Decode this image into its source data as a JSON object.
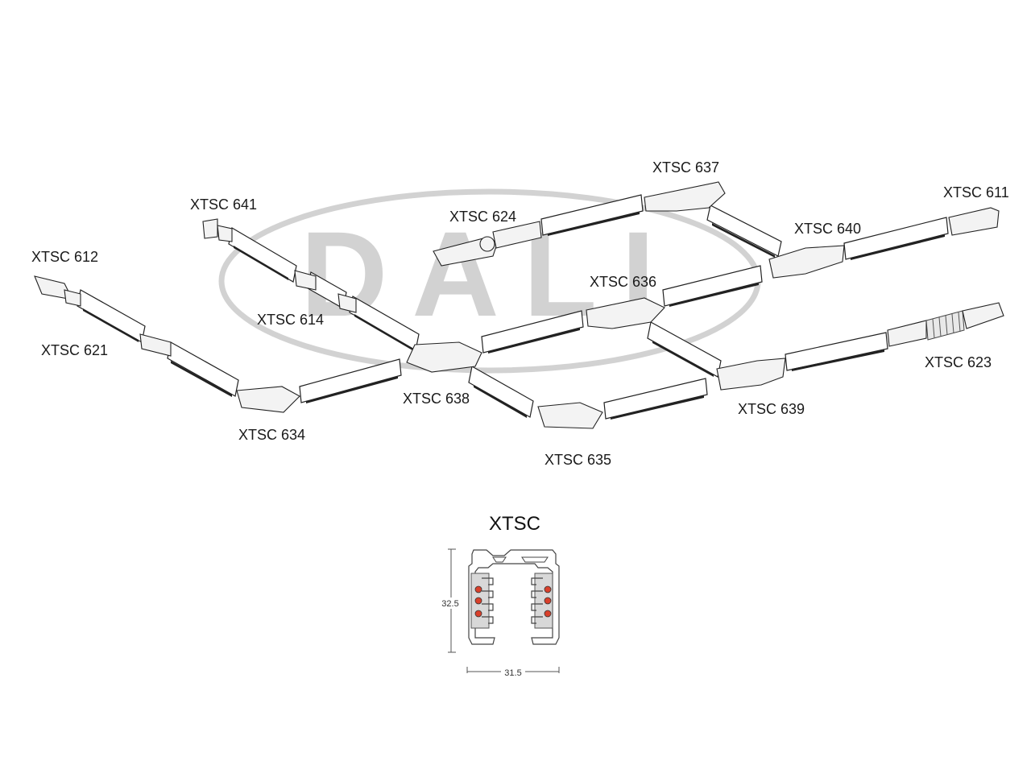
{
  "watermark": {
    "text": "DALI",
    "color": "#d2d2d2"
  },
  "labels": {
    "l612": "XTSC 612",
    "l621": "XTSC 621",
    "l641": "XTSC 641",
    "l614": "XTSC 614",
    "l634": "XTSC 634",
    "l638": "XTSC 638",
    "l635": "XTSC 635",
    "l624": "XTSC 624",
    "l637": "XTSC 637",
    "l636": "XTSC 636",
    "l640": "XTSC 640",
    "l611": "XTSC 611",
    "l639": "XTSC 639",
    "l623": "XTSC 623"
  },
  "profile": {
    "title": "XTSC",
    "height": "32.5",
    "width": "31.5",
    "contact_color": "#d9402b"
  }
}
